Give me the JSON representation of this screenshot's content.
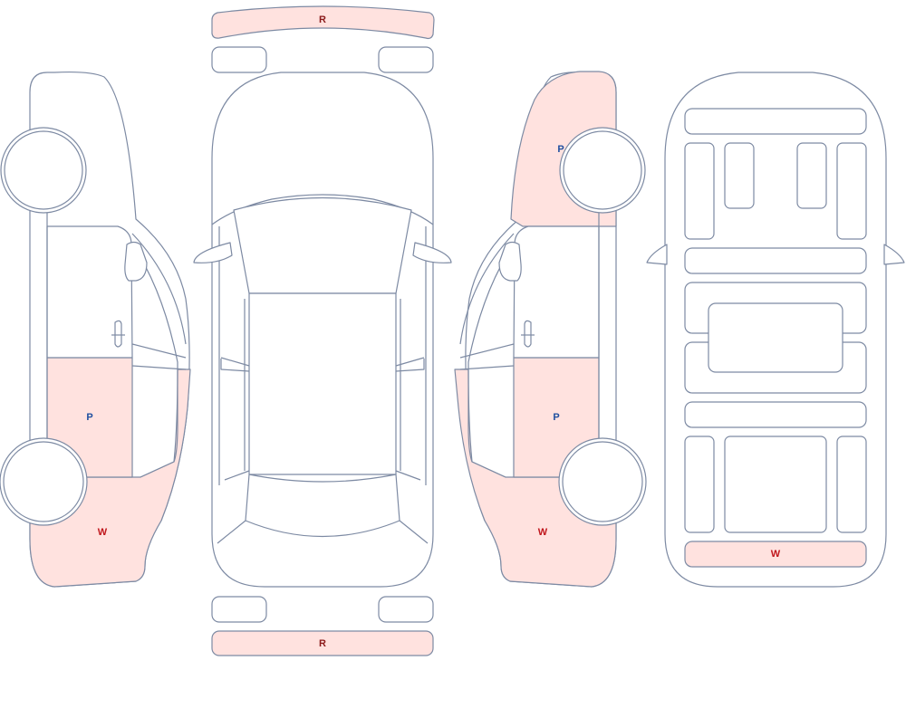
{
  "colors": {
    "outline": "#7d8aa3",
    "damage_fill": "#ffe2df",
    "panel_fill": "#ffffff",
    "label_p": "#1f4fa0",
    "label_w": "#c0161c",
    "label_r": "#8b1a1a"
  },
  "legend_codes": {
    "P": "P",
    "W": "W",
    "R": "R"
  },
  "views": {
    "left_side": {
      "markers": [
        "P",
        "W"
      ]
    },
    "top": {
      "markers": [
        "R",
        "R"
      ]
    },
    "right_side": {
      "markers": [
        "P",
        "P",
        "W"
      ]
    },
    "underside": {
      "markers": [
        "W"
      ]
    }
  }
}
